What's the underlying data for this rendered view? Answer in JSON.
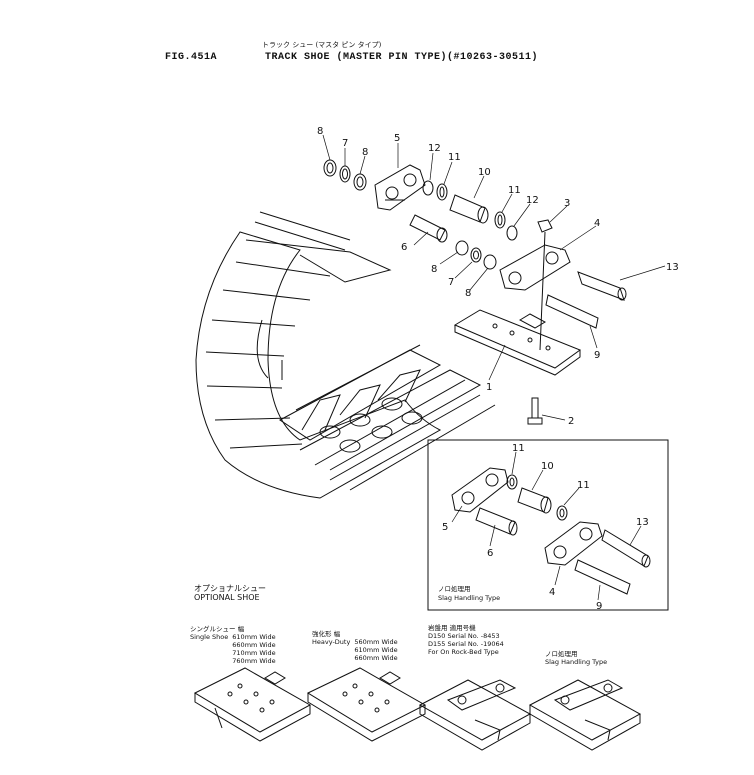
{
  "header": {
    "fig_number": "FIG.451A",
    "title_jp": "トラック シュー (マスタ ピン タイプ)",
    "title_en": "TRACK SHOE (MASTER PIN TYPE)(#10263-30511)"
  },
  "callouts_main": [
    "8",
    "7",
    "8",
    "5",
    "12",
    "11",
    "10",
    "11",
    "12",
    "3",
    "4",
    "6",
    "8",
    "7",
    "8",
    "13",
    "9",
    "1",
    "2"
  ],
  "callouts_inset": [
    "11",
    "10",
    "11",
    "5",
    "6",
    "13",
    "4",
    "9"
  ],
  "inset": {
    "caption_jp": "ノロ処理用",
    "caption_en": "Slag Handling Type"
  },
  "optional": {
    "label_jp": "オプショナルシュー",
    "label_en": "OPTIONAL SHOE"
  },
  "shoe_types": [
    {
      "jp": "シングルシュー 幅",
      "name": "Single Shoe",
      "lines": [
        "610mm Wide",
        "660mm Wide",
        "710mm Wide",
        "760mm Wide"
      ]
    },
    {
      "jp": "強化形 幅",
      "name": "Heavy-Duty",
      "lines": [
        "560mm Wide",
        "610mm Wide",
        "660mm Wide"
      ]
    },
    {
      "jp": "岩盤用 適用号機",
      "name": "For On Rock-Bed Type",
      "lines": [
        "D150 Serial No. -8453",
        "D155 Serial No. -19064"
      ]
    },
    {
      "jp": "ノロ処理用",
      "name": "Slag Handling Type",
      "lines": []
    }
  ]
}
